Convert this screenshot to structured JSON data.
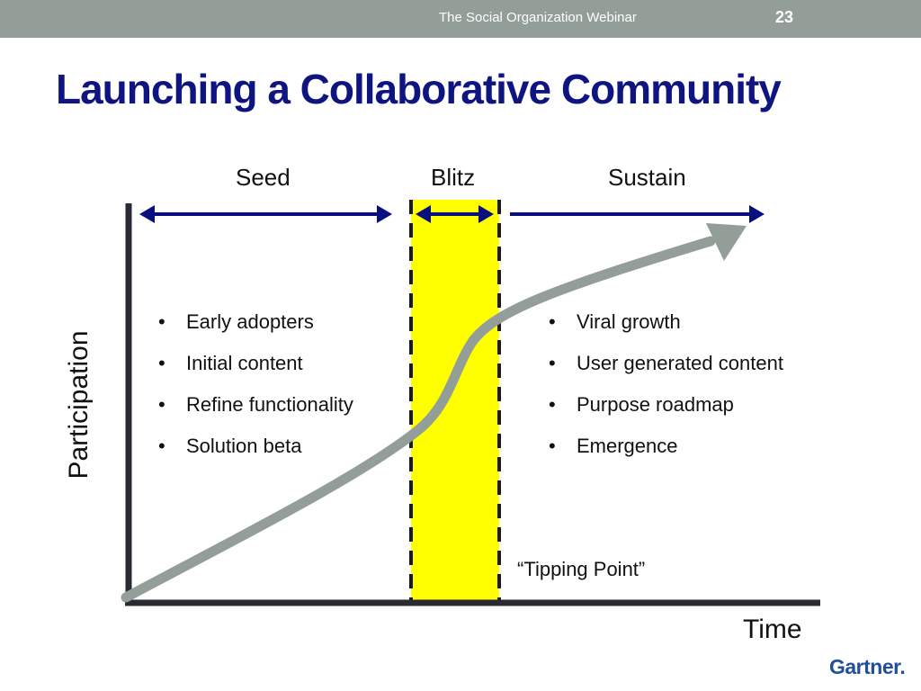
{
  "header": {
    "title": "The Social Organization Webinar",
    "slide_number": "23"
  },
  "slide": {
    "title": "Launching a Collaborative Community"
  },
  "diagram": {
    "phases": [
      {
        "label": "Seed"
      },
      {
        "label": "Blitz"
      },
      {
        "label": "Sustain"
      }
    ],
    "seed_bullets": [
      "Early adopters",
      "Initial content",
      "Refine functionality",
      "Solution beta"
    ],
    "sustain_bullets": [
      "Viral growth",
      "User generated content",
      "Purpose roadmap",
      "Emergence"
    ],
    "y_axis_label": "Participation",
    "x_axis_label": "Time",
    "annotation": "“Tipping Point”",
    "colors": {
      "phase_arrow": "#0a0f80",
      "highlight_band": "#ffff00",
      "growth_curve": "#939e99",
      "axis": "#2a2a35",
      "title": "#0f1580"
    }
  },
  "logo": {
    "text": "Gartner."
  }
}
